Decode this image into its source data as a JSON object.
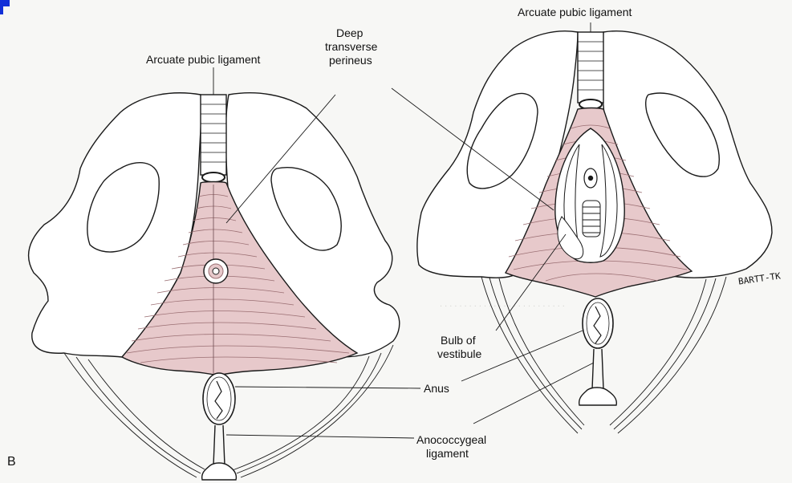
{
  "panel_letter": "B",
  "labels": {
    "arcuate_left": "Arcuate pubic ligament",
    "arcuate_right": "Arcuate pubic ligament",
    "deep_transverse_1": "Deep",
    "deep_transverse_2": "transverse",
    "deep_transverse_3": "perineus",
    "bulb_1": "Bulb of",
    "bulb_2": "vestibule",
    "anus": "Anus",
    "anococcygeal_1": "Anococcygeal",
    "anococcygeal_2": "ligament",
    "signature": "BARTT-TK"
  },
  "colors": {
    "muscle": "#e7c9cb",
    "muscle_stroke": "#9a6e72",
    "bone": "#ffffff",
    "ink": "#1a1a1a",
    "accent": "#1230d8"
  }
}
